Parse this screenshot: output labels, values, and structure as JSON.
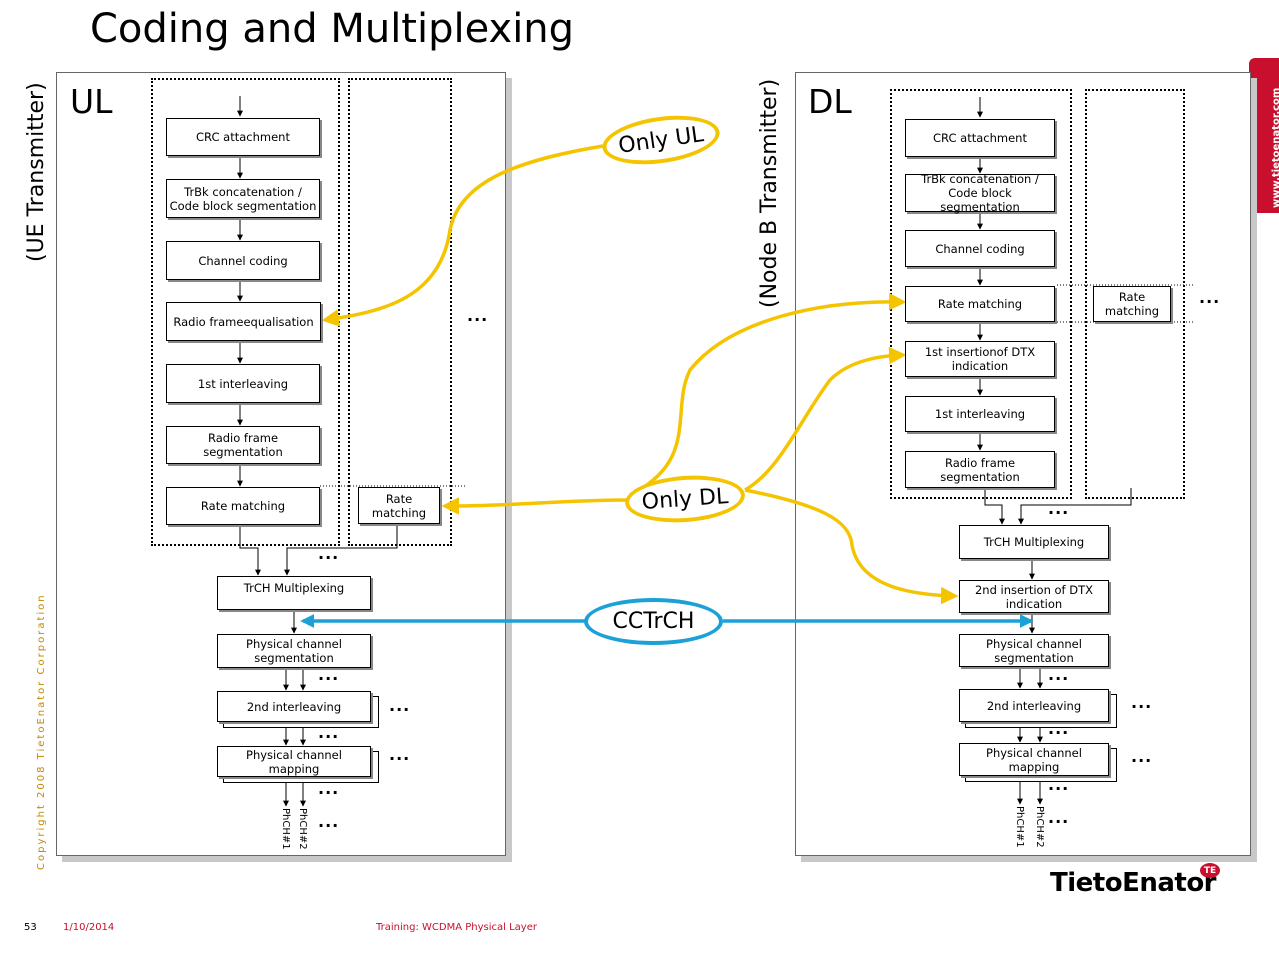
{
  "title": "Coding and Multiplexing",
  "ul": {
    "label": "UL",
    "side_label": "(UE Transmitter)",
    "blocks": {
      "crc": "CRC attachment",
      "concat": "TrBk concatenation / Code block segmentation",
      "coding": "Channel coding",
      "rfeq": "Radio frameequalisation",
      "interleave1": "1st interleaving",
      "rfseg": "Radio frame segmentation",
      "ratematch": "Rate matching",
      "ratematch2": "Rate matching",
      "trch_mux": "TrCH Multiplexing",
      "phys_seg": "Physical channel segmentation",
      "interleave2": "2nd interleaving",
      "phys_map": "Physical channel mapping"
    },
    "phch1": "PhCH#1",
    "phch2": "PhCH#2"
  },
  "dl": {
    "label": "DL",
    "side_label": "(Node B Transmitter)",
    "blocks": {
      "crc": "CRC attachment",
      "concat": "TrBk concatenation / Code block segmentation",
      "coding": "Channel coding",
      "ratematch": "Rate matching",
      "ratematch2": "Rate matching",
      "dtx1": "1st insertionof DTX indication",
      "interleave1": "1st interleaving",
      "rfseg": "Radio frame segmentation",
      "trch_mux": "TrCH Multiplexing",
      "dtx2": "2nd insertion of DTX indication",
      "phys_seg": "Physical channel segmentation",
      "interleave2": "2nd interleaving",
      "phys_map": "Physical channel mapping"
    },
    "phch1": "PhCH#1",
    "phch2": "PhCH#2"
  },
  "callouts": {
    "only_ul": "Only UL",
    "only_dl": "Only DL",
    "cctrch": "CCTrCH"
  },
  "ellipsis": "...",
  "colors": {
    "yellow": "#f5c400",
    "blue": "#1ba1d8",
    "red": "#c8102e"
  },
  "footer": {
    "page": "53",
    "date": "1/10/2014",
    "training": "Training: WCDMA Physical Layer",
    "copyright": "Copyright 2008 TietoEnator Corporation",
    "website": "www.tietoenator.com",
    "logo": "TietoEnator",
    "logo_badge": "TE"
  }
}
